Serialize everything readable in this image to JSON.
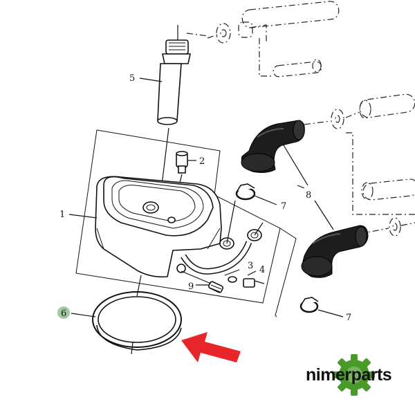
{
  "callouts": [
    {
      "id": "c1",
      "text": "1"
    },
    {
      "id": "c2",
      "text": "2"
    },
    {
      "id": "c3",
      "text": "3"
    },
    {
      "id": "c4",
      "text": "4"
    },
    {
      "id": "c5",
      "text": "5"
    },
    {
      "id": "c6",
      "text": "6"
    },
    {
      "id": "c7a",
      "text": "7"
    },
    {
      "id": "c7b",
      "text": "7"
    },
    {
      "id": "c8",
      "text": "8"
    },
    {
      "id": "c9",
      "text": "9"
    }
  ],
  "highlight": {
    "part": "6",
    "arrow_color": "#e8262a",
    "marker_color": "#8fbf8f"
  },
  "logo": {
    "text": "nimerparts",
    "gear_color": "#4a9a2a",
    "icon": "gear-icon"
  }
}
